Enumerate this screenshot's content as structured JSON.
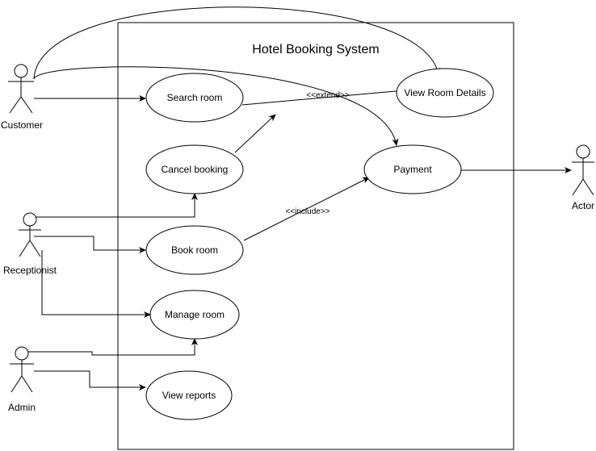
{
  "system": {
    "title": "Hotel Booking System"
  },
  "actors": {
    "customer": "Customer",
    "receptionist": "Receptionist",
    "admin": "Admin",
    "external": "Actor"
  },
  "use_cases": {
    "search_room": "Search room",
    "view_room_details": "View Room Details",
    "cancel_booking": "Cancel booking",
    "payment": "Payment",
    "book_room": "Book room",
    "manage_room": "Manage room",
    "view_reports": "View reports"
  },
  "relations": {
    "extend": "<<extend>>",
    "include": "<<include>>"
  }
}
